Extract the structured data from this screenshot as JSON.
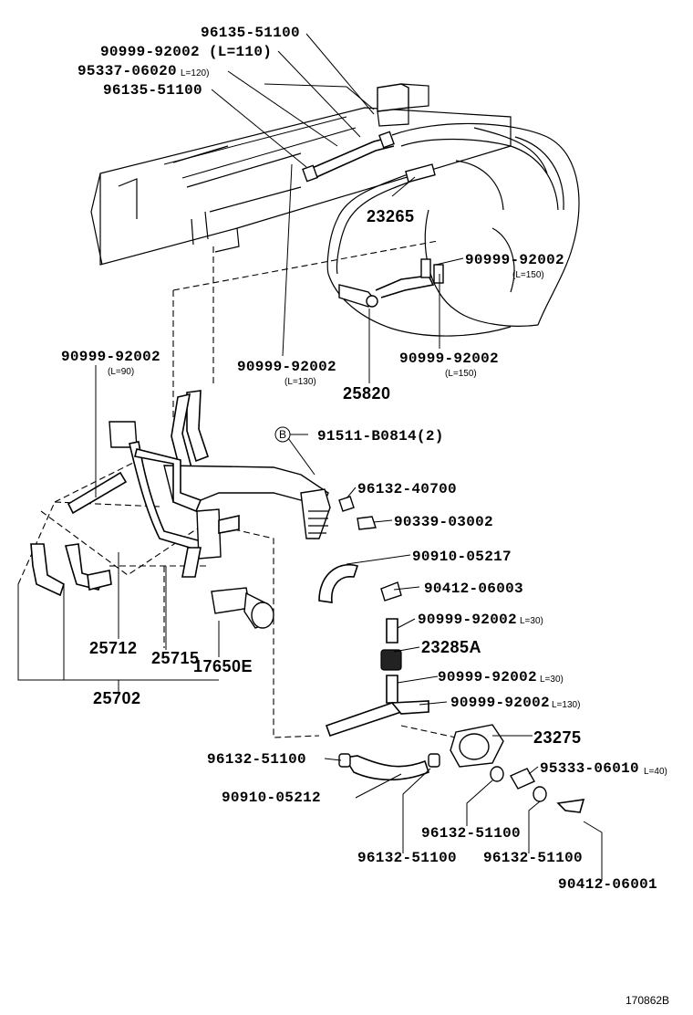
{
  "diagram": {
    "reference": "170862B",
    "symbols": {
      "bolt_marker": "B"
    },
    "labels": {
      "p96135_51100_a": "96135-51100",
      "p90999_92002_l110": "90999-92002 (L=110)",
      "p95337_06020": "95337-06020",
      "p95337_note": "L=120)",
      "p96135_51100_b": "96135-51100",
      "p23265": "23265",
      "p90999_l150_a": "90999-92002",
      "p90999_l150_a_note": "(L=150)",
      "p90999_l90": "90999-92002",
      "p90999_l90_note": "(L=90)",
      "p90999_l130_a": "90999-92002",
      "p90999_l130_a_note": "(L=130)",
      "p90999_l150_b": "90999-92002",
      "p90999_l150_b_note": "(L=150)",
      "p25820": "25820",
      "p91511": "91511-B0814(2)",
      "p96132_40700": "96132-40700",
      "p90339": "90339-03002",
      "p90910_05217": "90910-05217",
      "p90412_06003": "90412-06003",
      "p90999_l30_a": "90999-92002",
      "p90999_l30_a_note": "L=30)",
      "p23285a": "23285A",
      "p90999_l30_b": "90999-92002",
      "p90999_l30_b_note": "L=30)",
      "p90999_l130_b": "90999-92002",
      "p90999_l130_b_note": "L=130)",
      "p23275": "23275",
      "p96132_51100_a": "96132-51100",
      "p95333": "95333-06010",
      "p95333_note": "L=40)",
      "p90910_05212": "90910-05212",
      "p96132_51100_b": "96132-51100",
      "p96132_51100_c": "96132-51100",
      "p96132_51100_d": "96132-51100",
      "p90412_06001": "90412-06001",
      "p25712": "25712",
      "p25715": "25715",
      "p17650e": "17650E",
      "p25702": "25702"
    }
  }
}
